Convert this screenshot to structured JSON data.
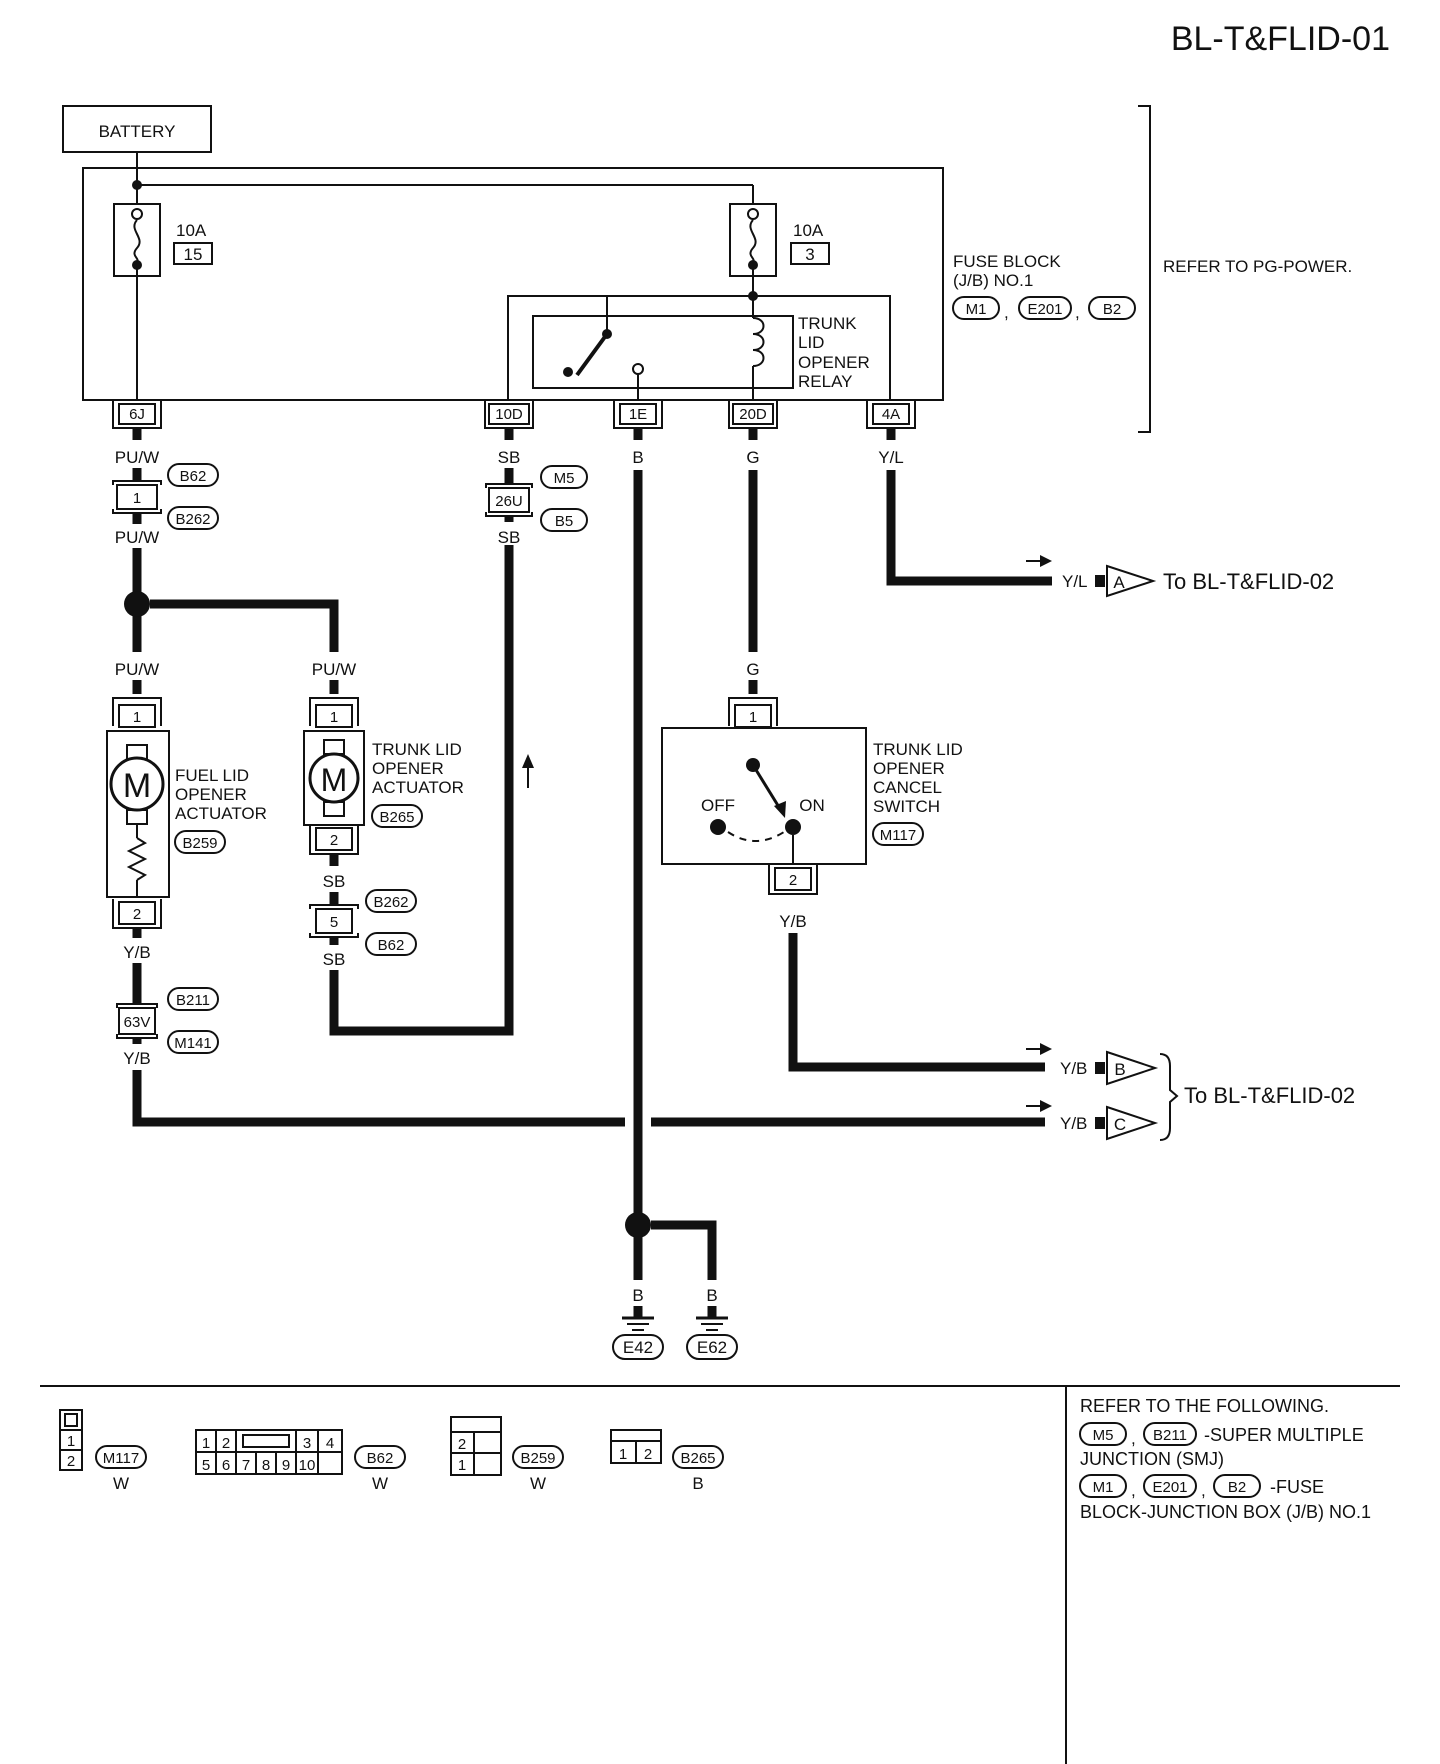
{
  "page_id": "BL-T&FLID-01",
  "battery": "BATTERY",
  "fuse_block": {
    "title": "FUSE BLOCK",
    "subtitle": "(J/B) NO.1",
    "connectors": [
      "M1",
      "E201",
      "B2"
    ],
    "refer": "REFER TO PG-POWER.",
    "fuses": [
      {
        "amp": "10A",
        "num": "15"
      },
      {
        "amp": "10A",
        "num": "3"
      }
    ],
    "terminals": [
      "6J",
      "10D",
      "1E",
      "20D",
      "4A"
    ]
  },
  "relay": {
    "lines": [
      "TRUNK",
      "LID",
      "OPENER",
      "RELAY"
    ]
  },
  "wire_colors": {
    "puw": "PU/W",
    "sb": "SB",
    "b": "B",
    "g": "G",
    "yl": "Y/L",
    "yb": "Y/B"
  },
  "junctions": {
    "j1": {
      "pin": "1",
      "top": "B62",
      "bottom": "B262"
    },
    "j2": {
      "pin": "26U",
      "top": "M5",
      "bottom": "B5"
    },
    "j3": {
      "pin": "5",
      "top": "B262",
      "bottom": "B62"
    },
    "j4": {
      "pin": "63V",
      "top": "B211",
      "bottom": "M141"
    }
  },
  "fuel_actuator": {
    "lines": [
      "FUEL LID",
      "OPENER",
      "ACTUATOR"
    ],
    "connector": "B259",
    "motor": "M",
    "pins": [
      "1",
      "2"
    ]
  },
  "trunk_actuator": {
    "lines": [
      "TRUNK LID",
      "OPENER",
      "ACTUATOR"
    ],
    "connector": "B265",
    "motor": "M",
    "pins": [
      "1",
      "2"
    ]
  },
  "cancel_switch": {
    "lines": [
      "TRUNK LID",
      "OPENER",
      "CANCEL",
      "SWITCH"
    ],
    "connector": "M117",
    "off": "OFF",
    "on": "ON",
    "pins": [
      "1",
      "2"
    ]
  },
  "outputs": [
    {
      "color": "Y/L",
      "letter": "A"
    },
    {
      "color": "Y/B",
      "letter": "B"
    },
    {
      "color": "Y/B",
      "letter": "C"
    }
  ],
  "to_label": "To BL-T&FLID-02",
  "grounds": [
    "E42",
    "E62"
  ],
  "connector_views": [
    {
      "id": "M117",
      "color": "W",
      "pins": [
        "1",
        "2"
      ]
    },
    {
      "id": "B62",
      "color": "W",
      "pins": [
        "1",
        "2",
        "3",
        "4",
        "5",
        "6",
        "7",
        "8",
        "9",
        "10"
      ]
    },
    {
      "id": "B259",
      "color": "W",
      "pins": [
        "2",
        "1"
      ]
    },
    {
      "id": "B265",
      "color": "B",
      "pins": [
        "1",
        "2"
      ]
    }
  ],
  "refer_following": {
    "heading": "REFER TO THE FOLLOWING.",
    "smj_connectors": [
      "M5",
      "B211"
    ],
    "smj_text": "-SUPER MULTIPLE",
    "smj_text2": "JUNCTION (SMJ)",
    "fuse_connectors": [
      "M1",
      "E201",
      "B2"
    ],
    "fuse_text": "-FUSE",
    "fuse_text2": "BLOCK-JUNCTION BOX (J/B) NO.1"
  }
}
